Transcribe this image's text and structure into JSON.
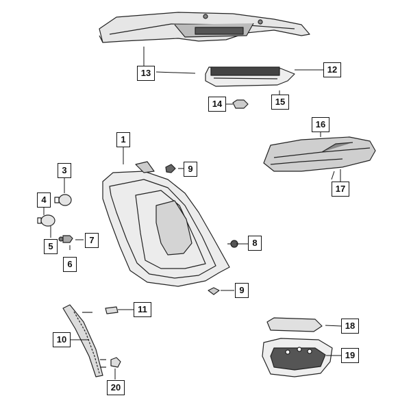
{
  "callouts": {
    "c1": "1",
    "c3": "3",
    "c4": "4",
    "c5": "5",
    "c6": "6",
    "c7": "7",
    "c8": "8",
    "c9a": "9",
    "c9b": "9",
    "c10": "10",
    "c11": "11",
    "c12": "12",
    "c13": "13",
    "c14": "14",
    "c15": "15",
    "c16": "16",
    "c17": "17",
    "c18": "18",
    "c19": "19",
    "c20": "20"
  },
  "colors": {
    "line": "#111111",
    "shade": "#8a8a8a",
    "light": "#cfcfcf"
  }
}
